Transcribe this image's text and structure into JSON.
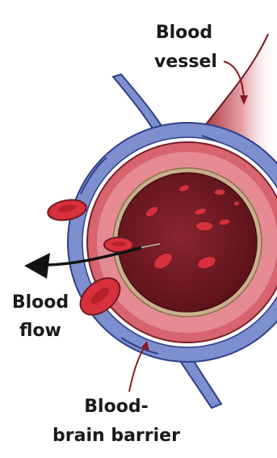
{
  "labels": {
    "blood_vessel_line1": "Blood",
    "blood_vessel_line2": "vessel",
    "blood_flow_line1": "Blood",
    "blood_flow_line2": "flow",
    "bbb_line1": "Blood-",
    "bbb_line2": "brain barrier"
  },
  "colors": {
    "vessel_outer": "#c85a64",
    "vessel_wall": "#e07d86",
    "lumen": "#6e1a24",
    "basement": "#c9b08c",
    "astrocyte": "#7e8fcf",
    "astrocyte_stroke": "#2f3f8a",
    "rbc": "#d8303c",
    "leader": "#8a1a22",
    "arrow": "#111111"
  }
}
